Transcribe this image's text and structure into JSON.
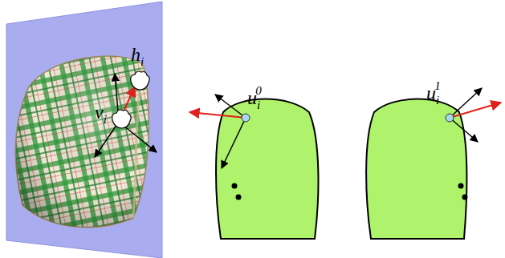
{
  "diagram": {
    "labels": [
      "hi",
      "vi",
      "ui0",
      "ui1"
    ]
  }
}
